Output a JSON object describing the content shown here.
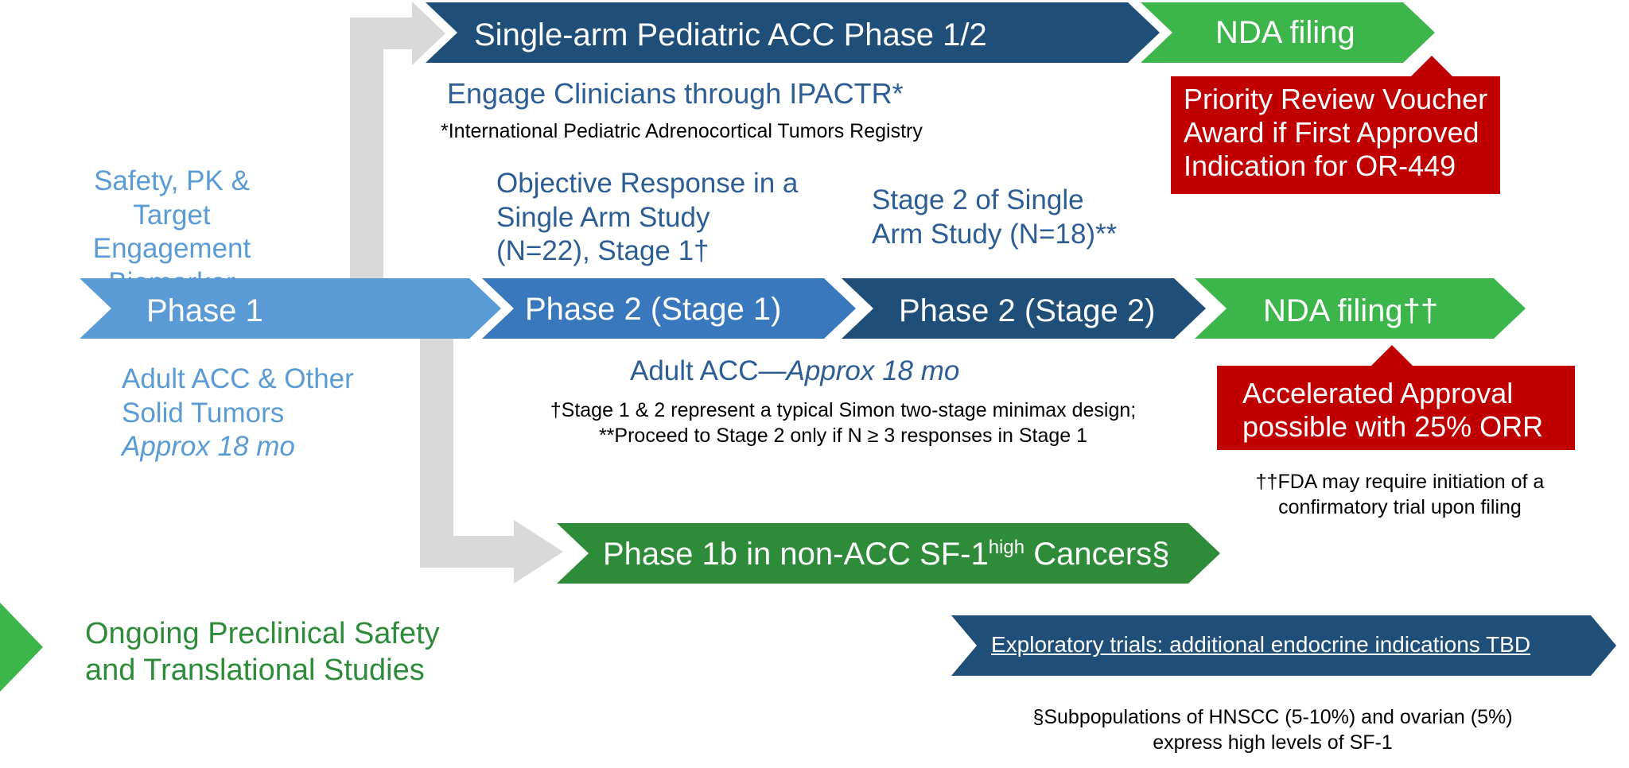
{
  "colors": {
    "light_blue": "#5b9bd5",
    "mid_blue": "#3a78bd",
    "dark_blue": "#1f4e79",
    "bright_green": "#3cb54a",
    "dark_green": "#2e8b3a",
    "red": "#c00000",
    "gray_connector": "#d9d9d9"
  },
  "arrows": {
    "phase1": "Phase 1",
    "phase2_stage1": "Phase 2 (Stage 1)",
    "phase2_stage2": "Phase 2 (Stage 2)",
    "nda_filing_main": "NDA filing††",
    "pediatric": "Single-arm Pediatric ACC Phase 1/2",
    "nda_filing_top": "NDA filing",
    "phase1b_prefix": "Phase 1b in non-ACC SF-1",
    "phase1b_sup": "high",
    "phase1b_suffix": "Cancers§",
    "exploratory": "Exploratory trials: additional endocrine indications TBD"
  },
  "labels": {
    "engage_clinicians": "Engage Clinicians through IPACTR*",
    "ipactr_footnote": "*International Pediatric Adrenocortical Tumors Registry",
    "safety_pk": [
      "Safety, PK & Target",
      "Engagement",
      "Biomarker"
    ],
    "objective_response": [
      "Objective Response in a",
      "Single Arm Study",
      "(N=22), Stage 1†"
    ],
    "stage2_single_arm": [
      "Stage 2 of Single",
      "Arm Study (N=18)**"
    ],
    "adult_acc_other": [
      "Adult ACC & Other",
      "Solid Tumors"
    ],
    "approx_18mo": "Approx 18 mo",
    "adult_acc_prefix": "Adult ACC—",
    "adult_acc_duration": "Approx 18 mo",
    "simon_note": [
      "†Stage 1 & 2 represent a typical Simon two-stage minimax design;",
      "**Proceed to Stage 2 only if N ≥ 3 responses in Stage 1"
    ],
    "fda_note": [
      "††FDA may require initiation of a",
      "confirmatory trial upon filing"
    ],
    "ongoing_preclinical": [
      "Ongoing Preclinical Safety",
      "and Translational Studies"
    ],
    "subpop_note": [
      "§Subpopulations of HNSCC (5-10%) and ovarian (5%)",
      "express high levels of SF-1"
    ]
  },
  "callouts": {
    "priority_review": [
      "Priority Review Voucher",
      "Award if First Approved",
      "Indication for OR-449"
    ],
    "accelerated_approval": [
      "Accelerated Approval",
      "possible with 25% ORR"
    ]
  }
}
